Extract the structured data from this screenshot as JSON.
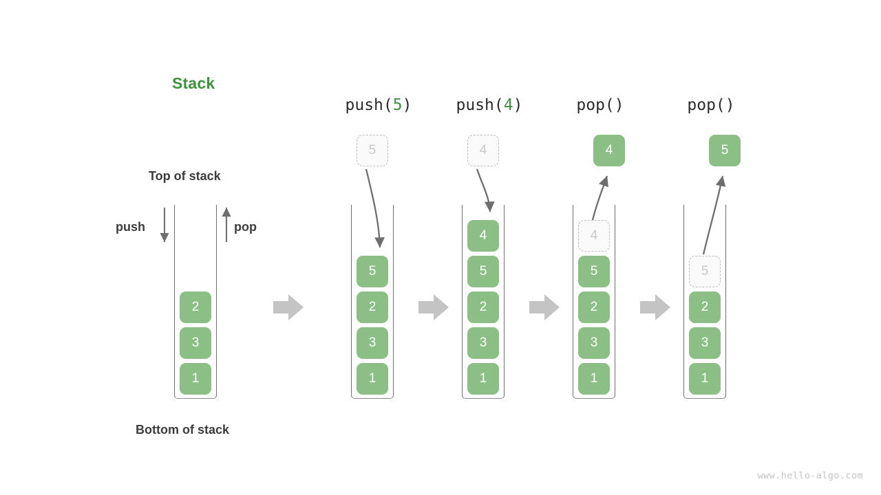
{
  "diagram": {
    "title": "Stack",
    "title_color": "#3f9142",
    "box_color": "#8cbf86",
    "ghost_color": "#fafafa",
    "arrow_color": "#6e6e6e",
    "step_arrow_color": "#c4c4c4",
    "labels": {
      "top_of_stack": "Top of stack",
      "bottom_of_stack": "Bottom of stack",
      "push": "push",
      "pop": "pop"
    },
    "watermark": "www.hello-algo.com",
    "initial_stack": {
      "name": "initial-stack",
      "items_top_to_bottom": [
        "2",
        "3",
        "1"
      ]
    },
    "steps": [
      {
        "name": "push-5",
        "op_prefix": "push(",
        "op_accent": "5",
        "op_suffix": ")",
        "external_box": {
          "value": "5",
          "style": "ghost",
          "position": "above"
        },
        "arrow": "down-into-stack",
        "items_top_to_bottom": [
          "5",
          "2",
          "3",
          "1"
        ],
        "item_styles": [
          "solid",
          "solid",
          "solid",
          "solid"
        ]
      },
      {
        "name": "push-4",
        "op_prefix": "push(",
        "op_accent": "4",
        "op_suffix": ")",
        "external_box": {
          "value": "4",
          "style": "ghost",
          "position": "above"
        },
        "arrow": "down-into-stack",
        "items_top_to_bottom": [
          "4",
          "5",
          "2",
          "3",
          "1"
        ],
        "item_styles": [
          "solid",
          "solid",
          "solid",
          "solid",
          "solid"
        ]
      },
      {
        "name": "pop-4",
        "op_prefix": "pop(",
        "op_accent": "",
        "op_suffix": ")",
        "external_box": {
          "value": "4",
          "style": "solid",
          "position": "above"
        },
        "arrow": "up-out-of-stack",
        "items_top_to_bottom": [
          "4",
          "5",
          "2",
          "3",
          "1"
        ],
        "item_styles": [
          "ghost",
          "solid",
          "solid",
          "solid",
          "solid"
        ]
      },
      {
        "name": "pop-5",
        "op_prefix": "pop(",
        "op_accent": "",
        "op_suffix": ")",
        "external_box": {
          "value": "5",
          "style": "solid",
          "position": "above"
        },
        "arrow": "up-out-of-stack",
        "items_top_to_bottom": [
          "5",
          "2",
          "3",
          "1"
        ],
        "item_styles": [
          "ghost",
          "solid",
          "solid",
          "solid"
        ]
      }
    ]
  }
}
